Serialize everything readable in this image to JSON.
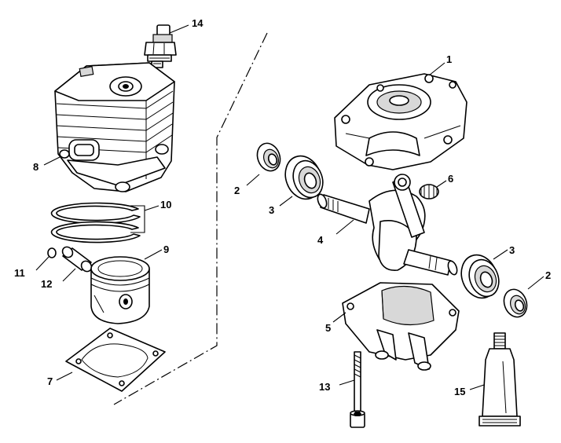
{
  "callouts": [
    {
      "id": "1",
      "part": "crankcase-half-upper"
    },
    {
      "id": "2",
      "part": "oil-seal"
    },
    {
      "id": "3",
      "part": "ball-bearing"
    },
    {
      "id": "4",
      "part": "crankshaft"
    },
    {
      "id": "5",
      "part": "crankcase-half-lower"
    },
    {
      "id": "6",
      "part": "needle-cage"
    },
    {
      "id": "7",
      "part": "cylinder-gasket"
    },
    {
      "id": "8",
      "part": "cylinder"
    },
    {
      "id": "9",
      "part": "piston"
    },
    {
      "id": "10",
      "part": "piston-rings"
    },
    {
      "id": "11",
      "part": "snap-ring"
    },
    {
      "id": "12",
      "part": "piston-pin"
    },
    {
      "id": "13",
      "part": "screw"
    },
    {
      "id": "14",
      "part": "spark-plug"
    },
    {
      "id": "15",
      "part": "grease-tube"
    }
  ]
}
